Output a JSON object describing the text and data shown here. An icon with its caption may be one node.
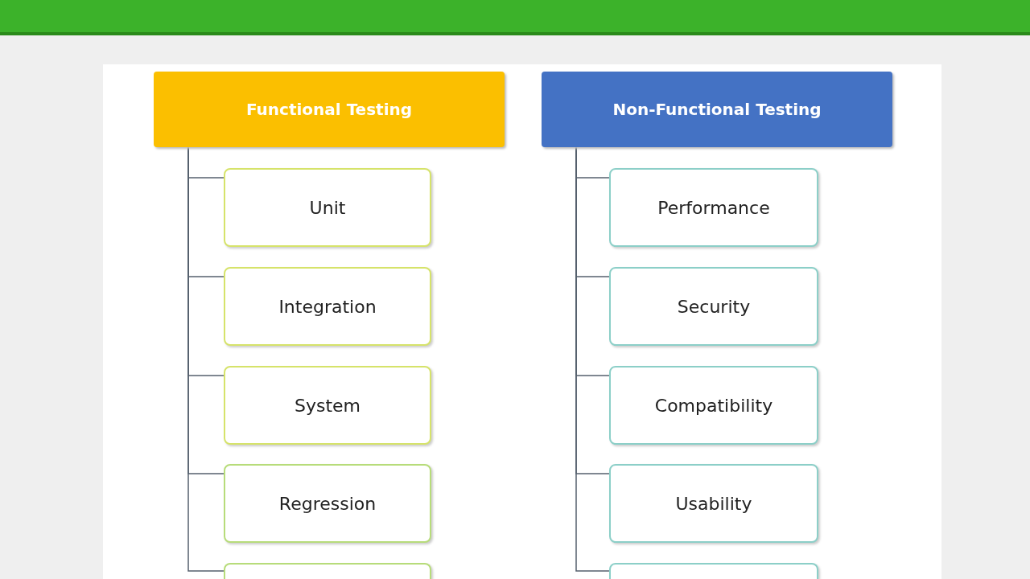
{
  "diagram": {
    "nodes": [
      {
        "text": [],
        "shape": "bar"
      },
      {
        "text": [
          "Functional Testing"
        ]
      },
      {
        "text": [
          "Unit"
        ]
      },
      {
        "text": [
          "Integration"
        ]
      },
      {
        "text": [
          "System"
        ]
      },
      {
        "text": [
          "Regression"
        ]
      },
      {
        "text": [],
        "shape": "box"
      },
      {
        "text": [
          "Non-Functional Testing"
        ]
      },
      {
        "text": [
          "Performance"
        ]
      },
      {
        "text": [
          "Security"
        ]
      },
      {
        "text": [
          "Compatibility"
        ]
      },
      {
        "text": [
          "Usability"
        ]
      },
      {
        "text": [],
        "shape": "box"
      }
    ],
    "edges": [
      {
        "from": 1,
        "to": 2,
        "arrow": "none"
      },
      {
        "from": 1,
        "to": 3,
        "arrow": "none"
      },
      {
        "from": 1,
        "to": 4,
        "arrow": "none"
      },
      {
        "from": 1,
        "to": 5,
        "arrow": "none"
      },
      {
        "from": 1,
        "to": 6,
        "arrow": "none"
      },
      {
        "from": 7,
        "to": 8,
        "arrow": "none"
      },
      {
        "from": 7,
        "to": 9,
        "arrow": "none"
      },
      {
        "from": 7,
        "to": 10,
        "arrow": "none"
      },
      {
        "from": 7,
        "to": 11,
        "arrow": "none"
      },
      {
        "from": 7,
        "to": 12,
        "arrow": "none"
      }
    ]
  }
}
